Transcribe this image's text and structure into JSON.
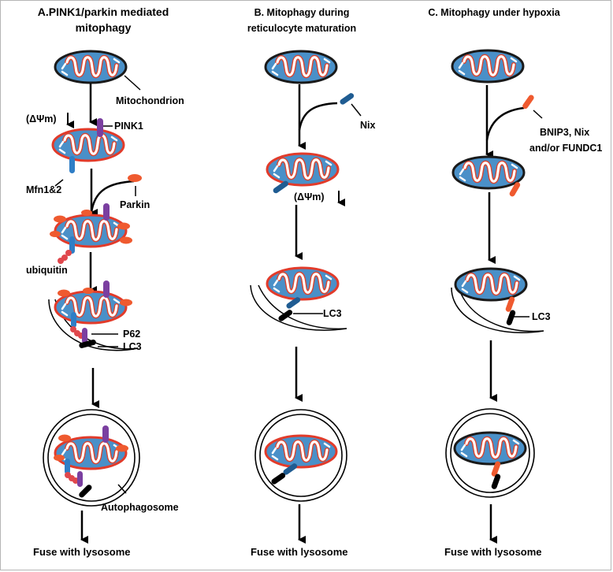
{
  "panel_a": {
    "title_line1": "A.PINK1/parkin mediated",
    "title_line2": "mitophagy",
    "label_mitochondrion": "Mitochondrion",
    "label_delta_psi": "(ΔΨm)",
    "label_pink1": "PINK1",
    "label_mfn": "Mfn1&2",
    "label_parkin": "Parkin",
    "label_ubiquitin": "ubiquitin",
    "label_p62": "P62",
    "label_lc3": "LC3",
    "label_autophagosome": "Autophagosome",
    "label_fuse": "Fuse with lysosome"
  },
  "panel_b": {
    "title_line1": "B. Mitophagy during",
    "title_line2": "reticulocyte maturation",
    "label_nix": "Nix",
    "label_delta_psi": "(ΔΨm)",
    "label_lc3": "LC3",
    "label_fuse": "Fuse with lysosome"
  },
  "panel_c": {
    "title_line1": "C. Mitophagy under hypoxia",
    "label_receptors_line1": "BNIP3, Nix",
    "label_receptors_line2": "and/or FUNDC1",
    "label_lc3": "LC3",
    "label_fuse": "Fuse with lysosome"
  },
  "colors": {
    "mito_fill": "#4a90c8",
    "mito_outline": "#1a1a1a",
    "mito_red_outline": "#e23b2a",
    "cristae_fill": "#ffffff",
    "cristae_stroke": "#d9442f",
    "pink1": "#7b3fa0",
    "mfn": "#2f7ec6",
    "parkin": "#ef5a2f",
    "ubiquitin": "#e0474c",
    "nix": "#1f5c92",
    "bnip3": "#ef5a2f",
    "lc3": "#000000"
  }
}
